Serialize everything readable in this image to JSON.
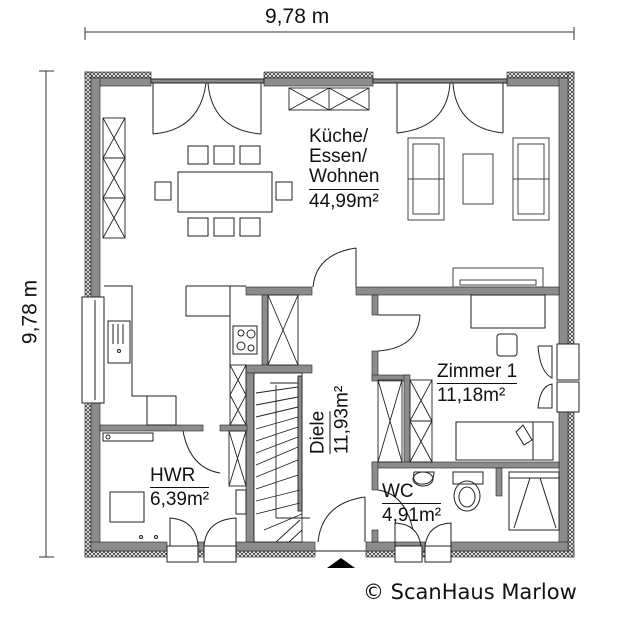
{
  "dimensions": {
    "width_label": "9,78 m",
    "height_label": "9,78 m"
  },
  "rooms": {
    "kueche": {
      "name_lines": [
        "Küche/",
        "Essen/",
        "Wohnen"
      ],
      "area": "44,99m²"
    },
    "zimmer1": {
      "name": "Zimmer 1",
      "area": "11,18m²"
    },
    "diele": {
      "name": "Diele",
      "area": "11,93m²"
    },
    "hwr": {
      "name": "HWR",
      "area": "6,39m²"
    },
    "wc": {
      "name": "WC",
      "area": "4,91m²"
    }
  },
  "entrance_marker": "entrance-arrow",
  "copyright": "© ScanHaus Marlow",
  "colors": {
    "wall_fill": "#8c8c8c",
    "outline": "#111111",
    "background": "#ffffff"
  }
}
